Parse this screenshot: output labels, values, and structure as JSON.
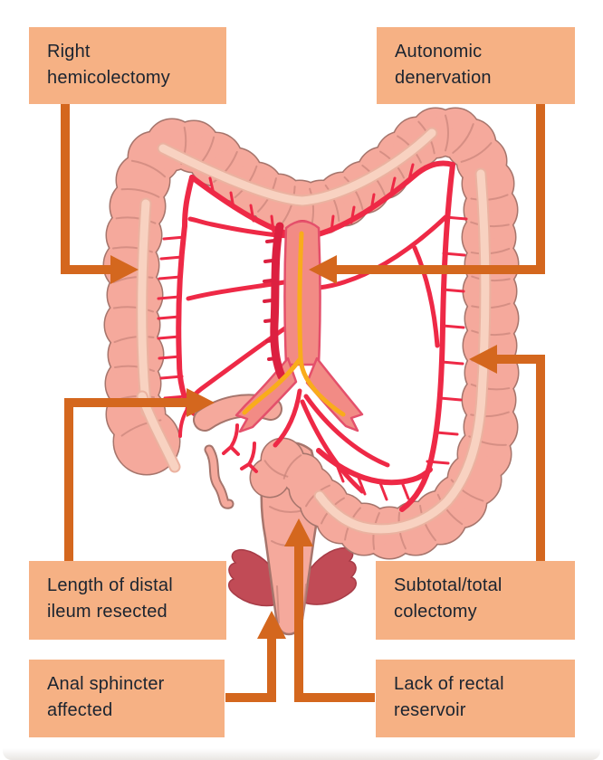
{
  "labels": {
    "right_hemicolectomy": "Right hemicolectomy",
    "autonomic_denervation": "Autonomic denervation",
    "distal_ileum": "Length of distal ileum resected",
    "subtotal_total_colectomy": "Subtotal/total colectomy",
    "anal_sphincter": "Anal sphincter affected",
    "rectal_reservoir": "Lack of rectal reservoir"
  },
  "colors": {
    "label_box_bg": "#F6B184",
    "label_text": "#1B2430",
    "arrow_orange": "#D4671E",
    "colon_fill": "#F5A99C",
    "colon_outline": "#A6756C",
    "tenia_stripe": "#F8D2C1",
    "stripe_edge": "#EBB2A0",
    "haustra_fold": "#C9857B",
    "vessel_red": "#EE2946",
    "vessel_dark_red": "#DC2040",
    "mesentery_pink": "#F28B85",
    "mesentery_edge": "#E4506B",
    "nerve_yellow": "#F9AC1B",
    "sphincter_dark_red": "#C14B56",
    "sphincter_edge": "#A73C47"
  }
}
